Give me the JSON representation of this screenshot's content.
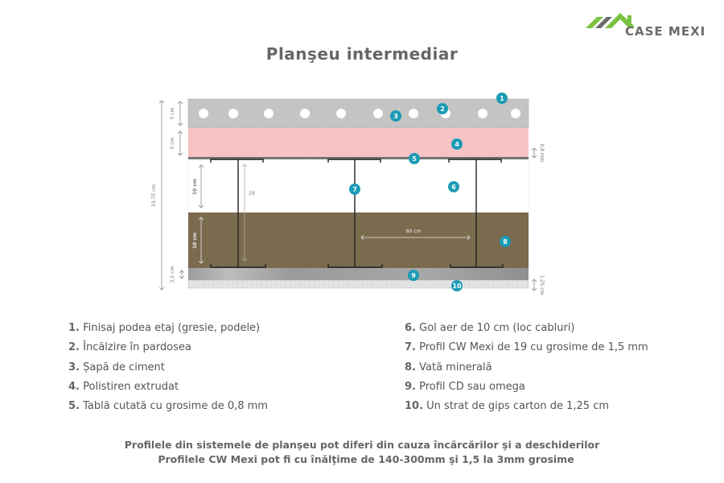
{
  "brand": {
    "name": "CASE MEXI",
    "colors": {
      "green": "#7cc242",
      "gray": "#6b6b6b"
    }
  },
  "title": "Planşeu intermediar",
  "diagram": {
    "dimensions": {
      "total_height": "33,75 cm",
      "layer_finish": "5 cm",
      "layer_insulation": "5 cm",
      "sheet": "0,8 mm",
      "air_gap": "10 cm",
      "profile_height": "19",
      "mineral_wool": "10 cm",
      "profile_spacing": "60 cm",
      "cd_profile": "2,5 cm",
      "drywall": "1,25 cm"
    },
    "markers": [
      "1",
      "2",
      "3",
      "4",
      "5",
      "6",
      "7",
      "8",
      "9",
      "10"
    ],
    "colors": {
      "screed": "#c4c4c4",
      "polystyrene": "#f8c7c7",
      "sheet": "#6e6e6e",
      "air": "#ffffff",
      "mineral_wool": "#7a6a4e",
      "cd_profile": "#a3a3a5",
      "drywall": "#e2e2e2",
      "marker": "#1b9bb5"
    }
  },
  "legend": {
    "left": [
      {
        "num": "1.",
        "text": "Finisaj podea etaj (gresie, podele)"
      },
      {
        "num": "2.",
        "text": "Încălzire în pardosea"
      },
      {
        "num": "3.",
        "text": "Șapă de ciment"
      },
      {
        "num": "4.",
        "text": "Polistiren extrudat"
      },
      {
        "num": "5.",
        "text": "Tablă cutată cu grosime de 0,8 mm"
      }
    ],
    "right": [
      {
        "num": "6.",
        "text": "Gol aer de 10 cm (loc cabluri)"
      },
      {
        "num": "7.",
        "text": "Profil CW Mexi de 19 cu grosime de 1,5 mm"
      },
      {
        "num": "8.",
        "text": "Vată minerală"
      },
      {
        "num": "9.",
        "text": "Profil CD sau omega"
      },
      {
        "num": "10.",
        "text": "Un strat de gips carton de 1,25 cm"
      }
    ]
  },
  "footer": {
    "line1": "Profilele din sistemele de planşeu pot diferi din cauza încărcărilor şi a deschiderilor",
    "line2": "Profilele CW Mexi pot fi cu înălţime de 140-300mm şi 1,5 la 3mm grosime"
  }
}
